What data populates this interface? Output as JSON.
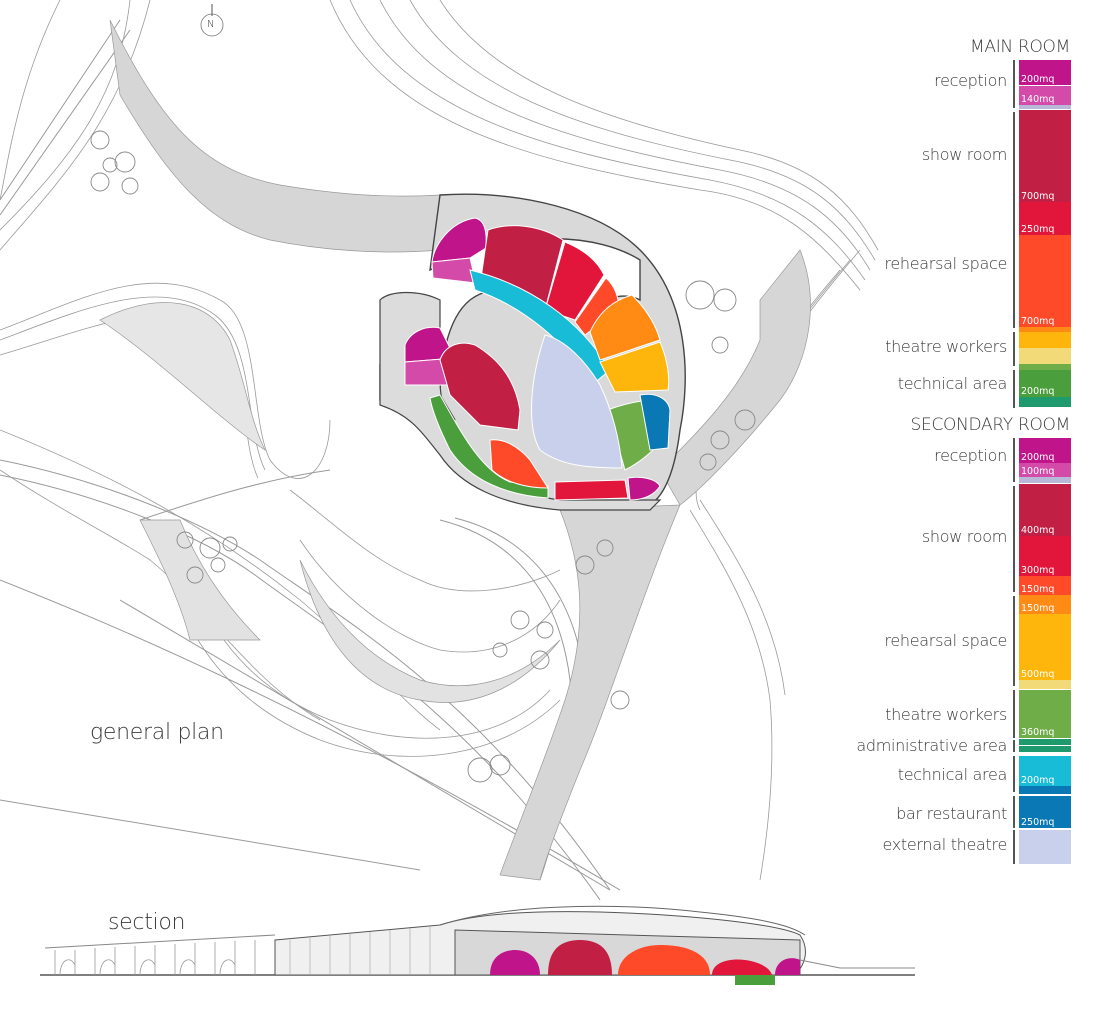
{
  "labels": {
    "general_plan": "general plan",
    "section": "section",
    "north": "N"
  },
  "legend": {
    "main_title": "MAIN ROOM",
    "secondary_title": "SECONDARY ROOM",
    "main_items": {
      "reception": "reception",
      "show_room": "show room",
      "rehearsal": "rehearsal space",
      "workers": "theatre workers",
      "technical": "technical area"
    },
    "secondary_items": {
      "reception": "reception",
      "show_room": "show room",
      "rehearsal": "rehearsal space",
      "workers": "theatre workers",
      "admin": "administrative area",
      "technical": "technical area",
      "bar": "bar restaurant",
      "external": "external theatre"
    },
    "main_values": {
      "v1": "200mq",
      "v2": "140mq",
      "v3": "700mq",
      "v4": "250mq",
      "v5": "700mq",
      "v6": "200mq"
    },
    "secondary_values": {
      "v1": "200mq",
      "v2": "100mq",
      "v3": "400mq",
      "v4": "300mq",
      "v5": "150mq",
      "v6": "150mq",
      "v7": "500mq",
      "v8": "360mq",
      "v9": "200mq",
      "v10": "250mq"
    }
  },
  "colors": {
    "magenta": "#c0158a",
    "pink": "#d44aa8",
    "crimson": "#c21f45",
    "red": "#e2153a",
    "orange_red": "#ff4a2a",
    "orange": "#ff8a14",
    "amber": "#ffb60c",
    "pale_yellow": "#f3da78",
    "green": "#4a9e3c",
    "lime": "#6fad48",
    "teal": "#1e9a6c",
    "cyan": "#18bcd6",
    "blue": "#0a78b4",
    "lavender": "#c8d0ec"
  }
}
